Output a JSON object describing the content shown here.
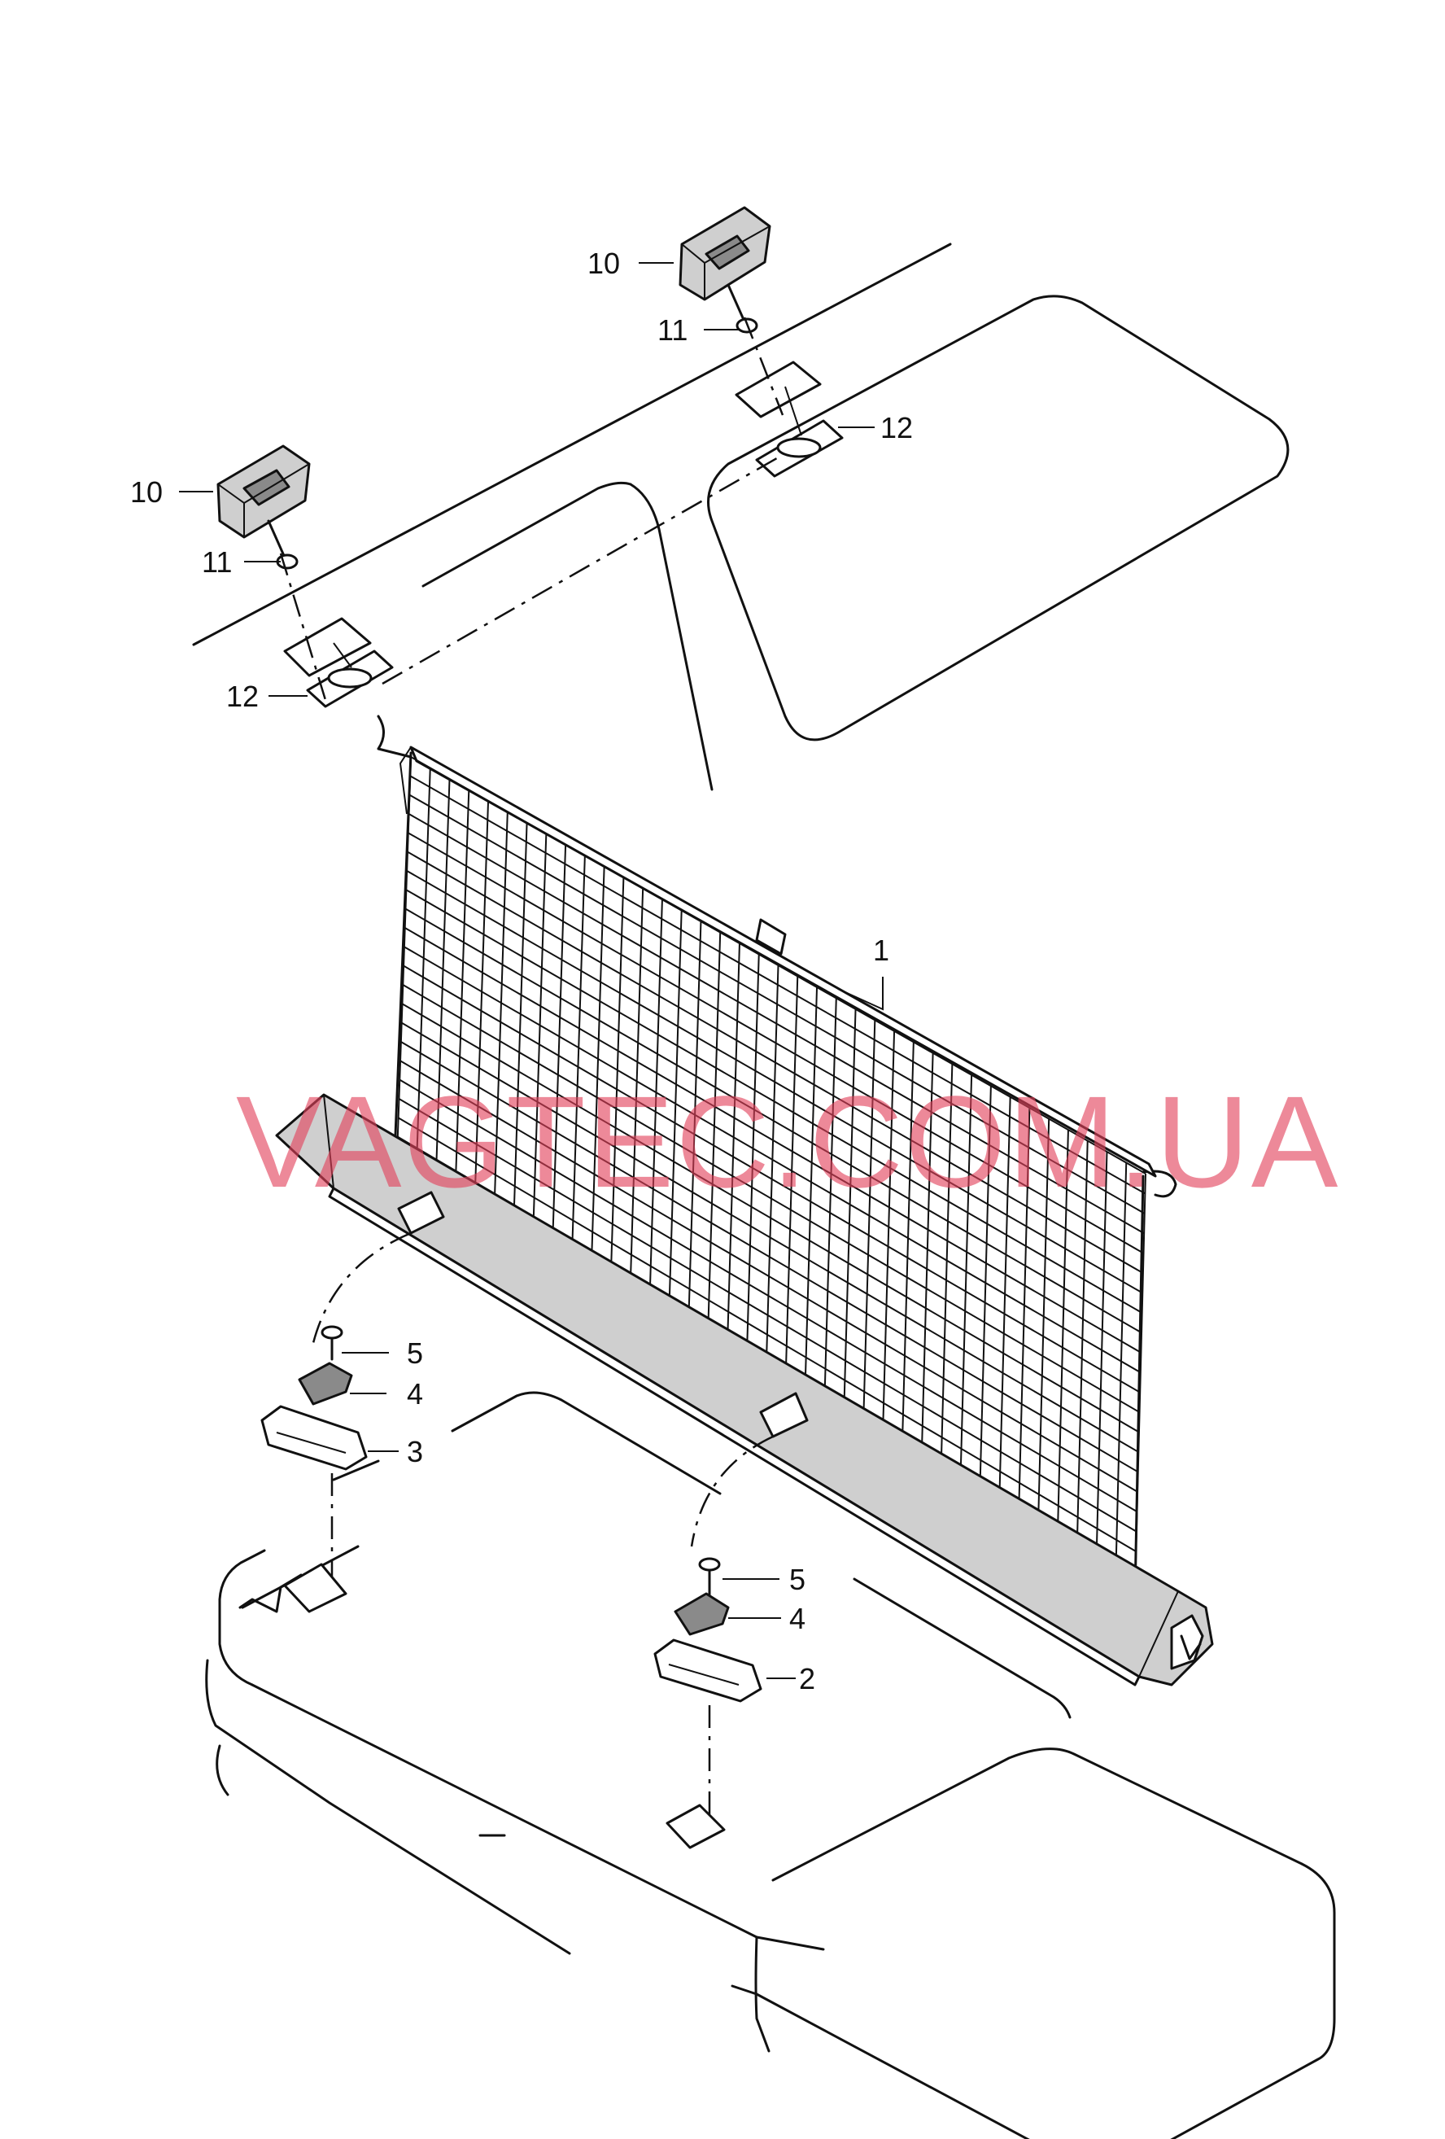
{
  "watermark": "VAGTEC.COM.UA",
  "colors": {
    "line": "#111111",
    "watermark": "#e2405a",
    "background": "#ffffff"
  },
  "callouts": [
    {
      "id": "c1",
      "text": "1"
    },
    {
      "id": "c2",
      "text": "2"
    },
    {
      "id": "c3",
      "text": "3"
    },
    {
      "id": "c4a",
      "text": "4"
    },
    {
      "id": "c4b",
      "text": "4"
    },
    {
      "id": "c5a",
      "text": "5"
    },
    {
      "id": "c5b",
      "text": "5"
    },
    {
      "id": "c10a",
      "text": "10"
    },
    {
      "id": "c10b",
      "text": "10"
    },
    {
      "id": "c11a",
      "text": "11"
    },
    {
      "id": "c11b",
      "text": "11"
    },
    {
      "id": "c12a",
      "text": "12"
    },
    {
      "id": "c12b",
      "text": "12"
    }
  ]
}
